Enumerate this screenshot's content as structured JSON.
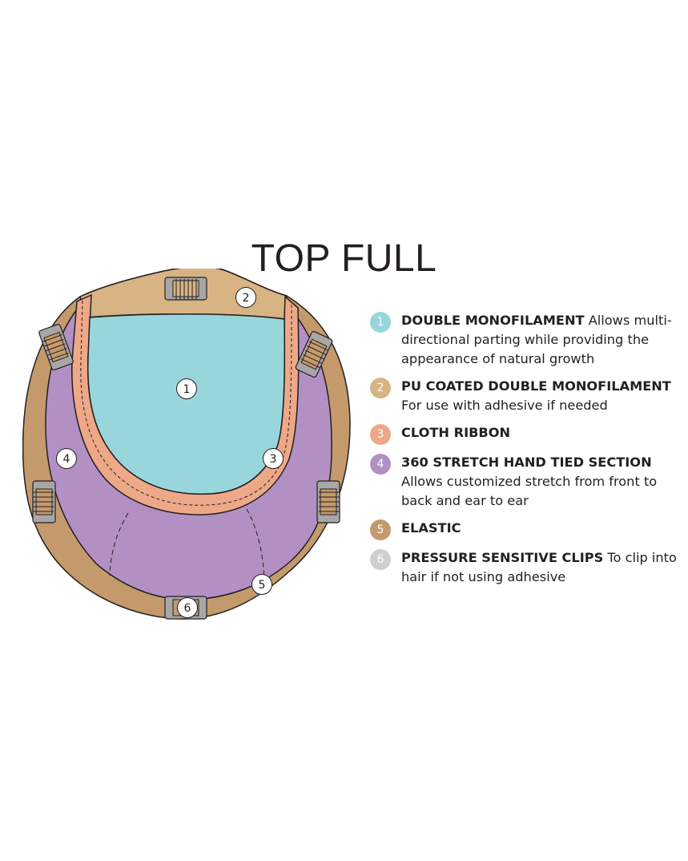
{
  "title": "TOP FULL",
  "colors": {
    "monofilament": "#98d6dc",
    "pu_coated": "#d8b383",
    "cloth_ribbon": "#eda887",
    "stretch_section": "#b290c3",
    "elastic": "#c49a6c",
    "clips": "#cfcfcf",
    "clip_body": "#a8a6a6",
    "outline": "#231f20"
  },
  "legend": [
    {
      "number": "1",
      "term": "DOUBLE MONOFILAMENT",
      "description": "Allows multi-directional parting while providing the appearance of natural growth",
      "color": "#98d6dc"
    },
    {
      "number": "2",
      "term": "PU COATED DOUBLE MONOFILAMENT",
      "description": "For use with adhesive if needed",
      "color": "#d8b383"
    },
    {
      "number": "3",
      "term": "CLOTH RIBBON",
      "description": "",
      "color": "#eda887"
    },
    {
      "number": "4",
      "term": "360 STRETCH HAND TIED SECTION",
      "description": "Allows customized stretch from front to back and ear to ear",
      "color": "#b290c3"
    },
    {
      "number": "5",
      "term": "ELASTIC",
      "description": "",
      "color": "#c49a6c"
    },
    {
      "number": "6",
      "term": "PRESSURE SENSITIVE CLIPS",
      "description": "To clip into hair if not using adhesive",
      "color": "#cfcfcf"
    }
  ],
  "callouts": [
    {
      "label": "1"
    },
    {
      "label": "2"
    },
    {
      "label": "3"
    },
    {
      "label": "4"
    },
    {
      "label": "5"
    },
    {
      "label": "6"
    }
  ]
}
